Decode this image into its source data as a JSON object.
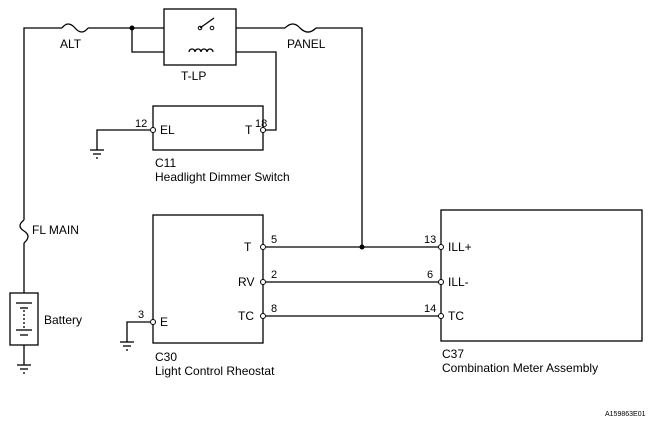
{
  "fuses": {
    "alt": "ALT",
    "panel": "PANEL",
    "fl_main": "FL MAIN"
  },
  "relay": {
    "label": "T-LP"
  },
  "battery": {
    "label": "Battery"
  },
  "components": {
    "c11": {
      "code": "C11",
      "name": "Headlight Dimmer Switch",
      "terminals": {
        "el": "EL",
        "t": "T"
      },
      "pins": {
        "el": "12",
        "t": "18"
      }
    },
    "c30": {
      "code": "C30",
      "name": "Light Control Rheostat",
      "terminals": {
        "t": "T",
        "rv": "RV",
        "tc": "TC",
        "e": "E"
      },
      "pins": {
        "t": "5",
        "rv": "2",
        "tc": "8",
        "e": "3"
      }
    },
    "c37": {
      "code": "C37",
      "name": "Combination Meter Assembly",
      "terminals": {
        "ill_plus": "ILL+",
        "ill_minus": "ILL-",
        "tc": "TC"
      },
      "pins": {
        "ill_plus": "13",
        "ill_minus": "6",
        "tc": "14"
      }
    }
  },
  "figure_id": "A159863E01"
}
